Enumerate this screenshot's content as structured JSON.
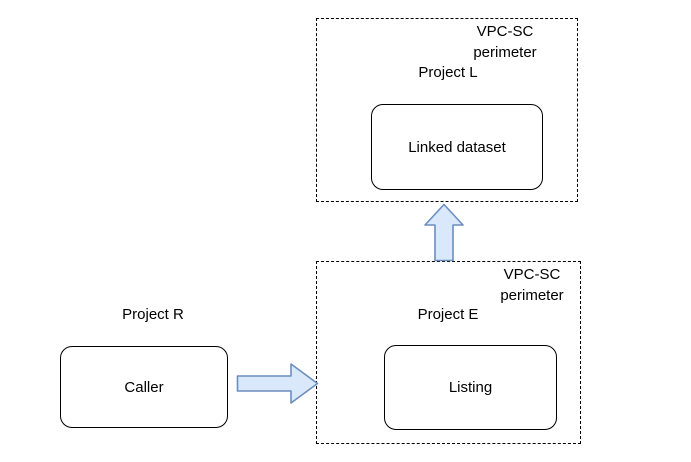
{
  "colors": {
    "arrow_fill": "#dae8fc",
    "arrow_stroke": "#6c8ebf",
    "line": "#000000",
    "background": "#ffffff"
  },
  "top_perimeter": {
    "label": "VPC-SC perimeter",
    "project": "Project L",
    "node": "Linked dataset"
  },
  "bottom_perimeter": {
    "label": "VPC-SC perimeter",
    "project": "Project E",
    "node": "Listing"
  },
  "caller_group": {
    "project": "Project R",
    "node": "Caller"
  }
}
